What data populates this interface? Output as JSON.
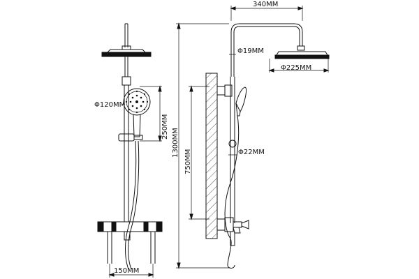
{
  "dimensions": {
    "arm_length": "340MM",
    "pipe_diameter_upper": "Φ19MM",
    "overhead_diameter": "Φ225MM",
    "hand_shower_diameter": "Φ120MM",
    "hand_shower_height": "250MM",
    "total_height": "1300MM",
    "mount_height": "750MM",
    "pipe_diameter_lower": "Φ22MM",
    "valve_spacing": "150MM"
  }
}
